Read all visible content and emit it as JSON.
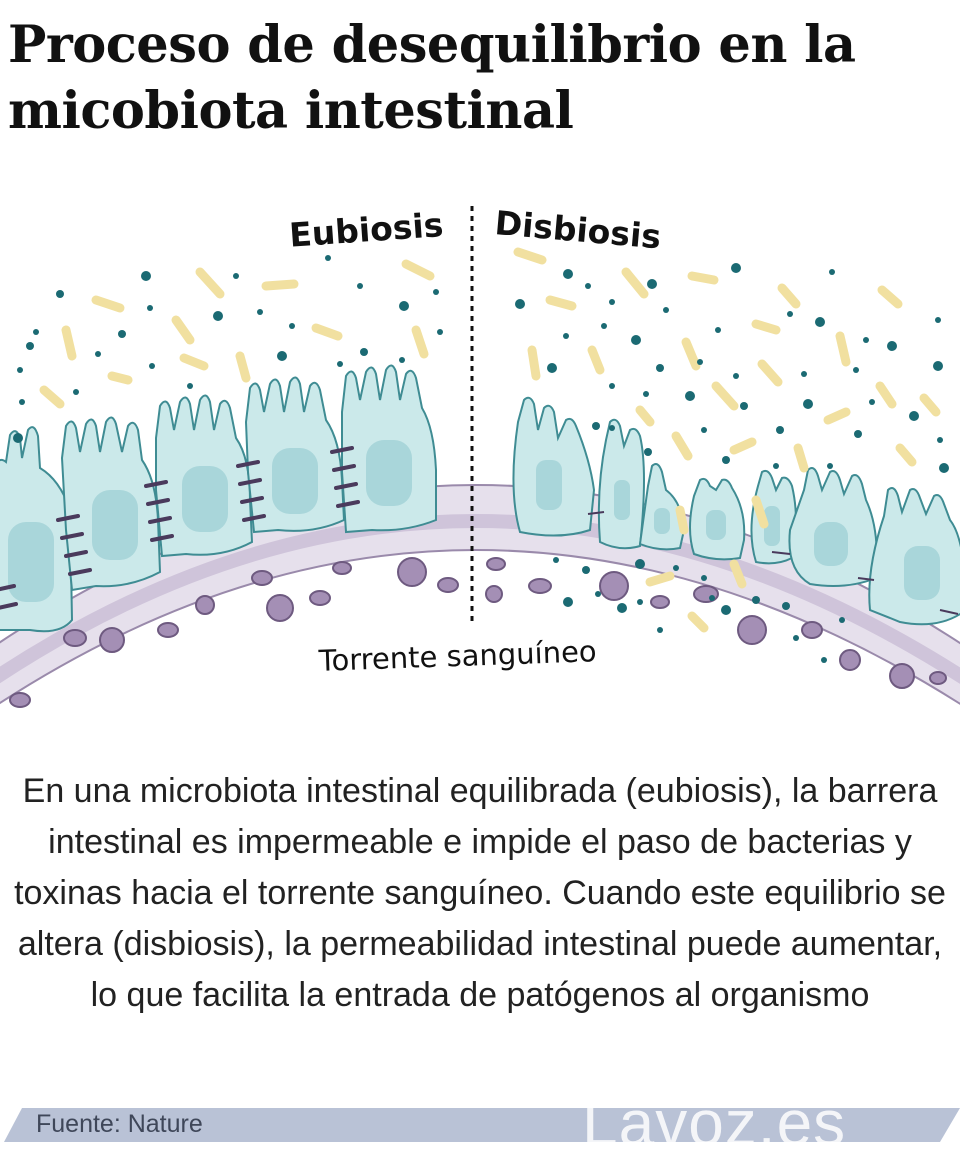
{
  "title": {
    "line1": "Proceso de desequilibrio en la",
    "line2": "micobiota intestinal"
  },
  "diagram": {
    "label_left": "Eubiosis",
    "label_right": "Disbiosis",
    "label_vessel": "Torrente sanguíneo",
    "colors": {
      "cell_fill": "#cbe9ea",
      "cell_stroke": "#3f8c93",
      "nucleus": "#a9d6da",
      "junction": "#4a3a5c",
      "bacteria_dot": "#1b6a73",
      "bacteria_rod": "#f3e3a8",
      "vessel_fill": "#e4dde9",
      "vessel_stroke": "#8a7a9a",
      "blood_cell": "#9b86ac"
    }
  },
  "caption": "En una microbiota intestinal equilibrada (eubiosis), la barrera intestinal es impermeable e impide el paso de bacterias y toxinas hacia el torrente sanguíneo. Cuando este equilibrio se altera (disbiosis), la permeabilidad intestinal puede aumentar, lo que facilita la entrada de patógenos al organismo",
  "footer": {
    "source": "Fuente: Nature",
    "logo": "Lavoz.es",
    "bar_color": "#b9c2d6"
  }
}
